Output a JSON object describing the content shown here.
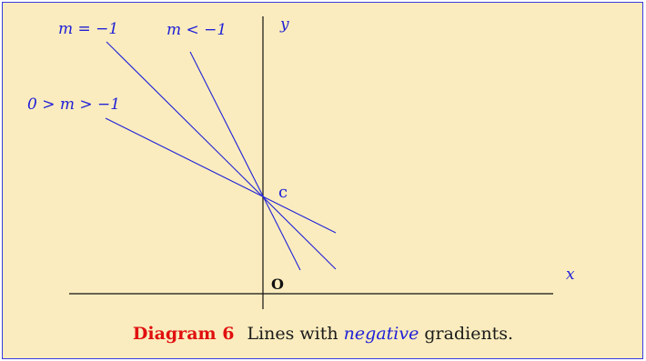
{
  "diagram": {
    "axis_labels": {
      "x": "x",
      "y": "y"
    },
    "origin_label": "O",
    "intercept_label": "c",
    "line_labels": {
      "equal_minus_one": "m = −1",
      "less_than_minus_one": "m < −1",
      "between_zero_and_minus_one": "0 > m > −1"
    },
    "line_color": "#2020d8",
    "axis_color": "#111111"
  },
  "caption": {
    "number": "Diagram 6",
    "text_before": "Lines with ",
    "emphasis": "negative",
    "text_after": " gradients."
  },
  "colors": {
    "background": "#faecbe",
    "caption_number": "#e01010",
    "emphasis": "#2020d8"
  }
}
